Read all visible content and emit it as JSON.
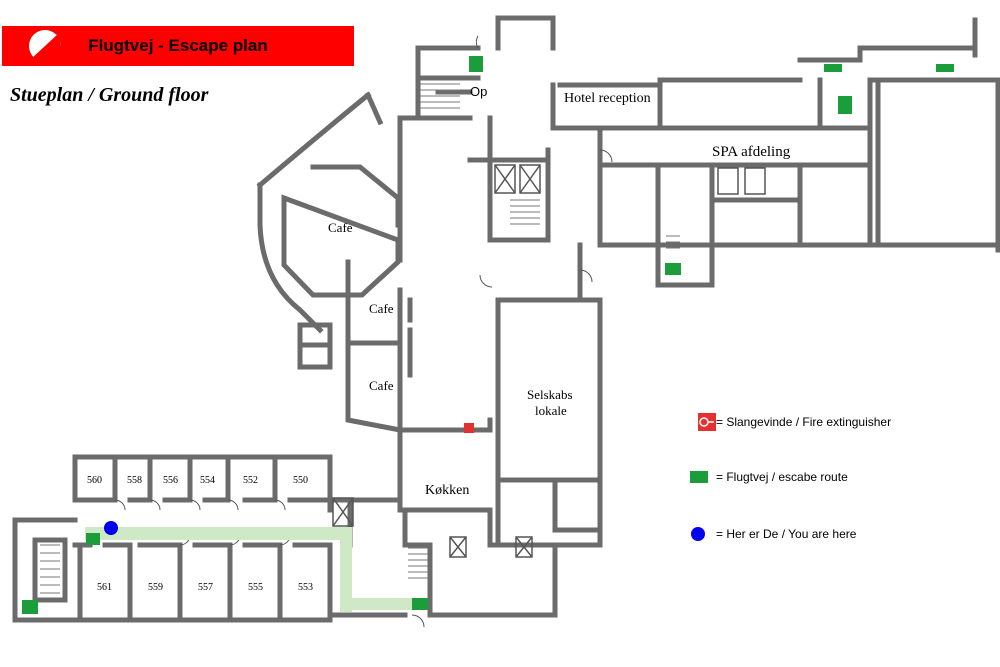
{
  "header": {
    "title": "Flugtvej - Escape plan",
    "floor": "Stueplan / Ground floor"
  },
  "labels": {
    "op": "Op",
    "hotel_reception": "Hotel reception",
    "spa": "SPA afdeling",
    "cafe1": "Cafe",
    "cafe2": "Cafe",
    "cafe3": "Cafe",
    "selskabs_line1": "Selskabs",
    "selskabs_line2": "lokale",
    "kokken": "Køkken"
  },
  "rooms": {
    "r560": "560",
    "r558": "558",
    "r556": "556",
    "r554": "554",
    "r552": "552",
    "r550": "550",
    "r561": "561",
    "r559": "559",
    "r557": "557",
    "r555": "555",
    "r553": "553"
  },
  "legend": {
    "fire_hose": "= Slangevinde / Fire extinguisher",
    "escape": "= Flugtvej / escabe route",
    "you_are_here": "= Her er De / You are here"
  },
  "colors": {
    "banner": "#ff0000",
    "escape_sign": "#1b9d3c",
    "escape_route": "#cfe9c6",
    "fire_hose": "#e53030",
    "you_marker": "#0000ee"
  },
  "icons": {
    "logo": "half-circle-logo",
    "escape": "running-man-exit-icon",
    "fire_hose": "hose-reel-icon",
    "marker": "blue-dot"
  }
}
